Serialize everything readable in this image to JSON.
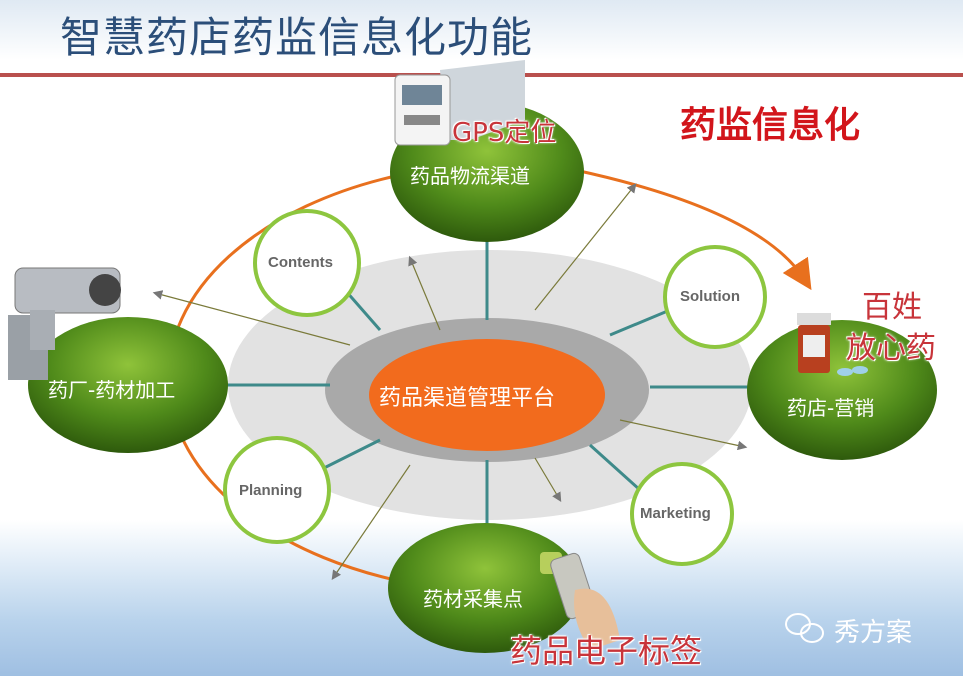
{
  "title": "智慧药店药监信息化功能",
  "heading_right": "药监信息化",
  "center_label": "药品渠道管理平台",
  "nodes": {
    "top": "药品物流渠道",
    "left": "药厂-药材加工",
    "right": "药店-营销",
    "bottom": "药材采集点"
  },
  "circles": {
    "contents": "Contents",
    "solution": "Solution",
    "planning": "Planning",
    "marketing": "Marketing"
  },
  "callouts": {
    "gps": "GPS定位",
    "safe_line1": "百姓",
    "safe_line2": "放心药",
    "etag": "药品电子标签"
  },
  "watermark": "秀方案",
  "colors": {
    "title": "#2b4e79",
    "accent_red": "#d2151b",
    "orange": "#f26b1d",
    "green": "#4f8a1a",
    "ring_green": "#8dc63f",
    "teal": "#3e8a8a"
  }
}
